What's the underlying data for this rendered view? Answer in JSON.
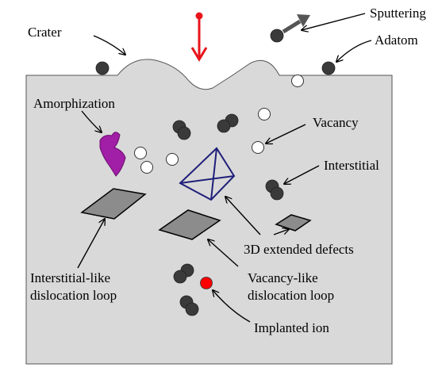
{
  "labels": {
    "crater": "Crater",
    "sputtering": "Sputtering",
    "adatom": "Adatom",
    "amorphization": "Amorphization",
    "vacancy": "Vacancy",
    "interstitial": "Interstitial",
    "extended_defects": "3D extended defects",
    "interstitial_loop_line1": "Interstitial-like",
    "interstitial_loop_line2": "dislocation loop",
    "vacancy_loop_line1": "Vacancy-like",
    "vacancy_loop_line2": "dislocation loop",
    "implanted_ion": "Implanted ion"
  },
  "colors": {
    "substrate": "#d9d9d9",
    "atom_dark": "#3a3a3a",
    "vacancy_fill": "#ffffff",
    "incident_ion": "#e8141b",
    "implanted_ion": "#ff0000",
    "amorphous_region": "#a11ea6",
    "tetrahedron": "#1f1f7a",
    "loop_fill": "#8c8c8c",
    "sputter_arrow": "#555555"
  }
}
